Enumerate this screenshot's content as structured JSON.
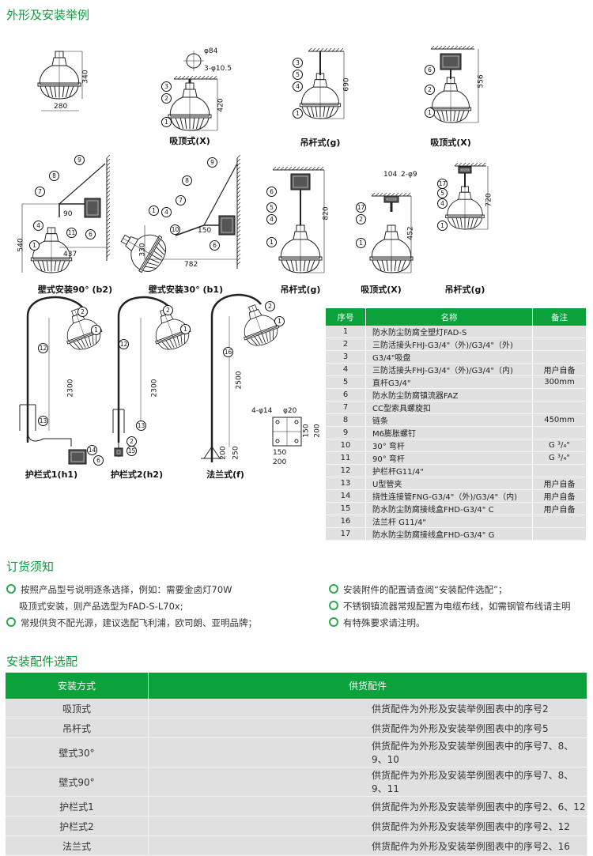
{
  "sections": {
    "appearance_title": "外形及安装举例",
    "order_title": "订货须知",
    "accessory_title": "安装配件选配"
  },
  "figures": [
    {
      "caption": "",
      "dims": [
        "340",
        "280"
      ],
      "callouts": []
    },
    {
      "caption": "吸顶式(X)",
      "dims": [
        "φ84",
        "3-φ10.5",
        "420"
      ],
      "callouts": [
        "3",
        "2",
        "1"
      ]
    },
    {
      "caption": "吊杆式(g)",
      "dims": [
        "690"
      ],
      "callouts": [
        "3",
        "5",
        "4",
        "1"
      ]
    },
    {
      "caption": "吸顶式(X)",
      "dims": [
        "556"
      ],
      "callouts": [
        "6",
        "2",
        "1"
      ]
    },
    {
      "caption": "壁式安装90° (b2)",
      "dims": [
        "540",
        "437",
        "90"
      ],
      "callouts": [
        "9",
        "8",
        "7",
        "4",
        "1",
        "11",
        "6"
      ]
    },
    {
      "caption": "壁式安装30° (b1)",
      "dims": [
        "330",
        "782",
        "150"
      ],
      "callouts": [
        "9",
        "8",
        "7",
        "1",
        "4",
        "10",
        "6"
      ]
    },
    {
      "caption": "吊杆式(g)",
      "dims": [
        "820"
      ],
      "callouts": [
        "6",
        "5",
        "4",
        "1"
      ]
    },
    {
      "caption": "吸顶式(X)",
      "dims": [
        "104",
        "2-φ9",
        "452"
      ],
      "callouts": [
        "17",
        "2",
        "1"
      ]
    },
    {
      "caption": "吊杆式(g)",
      "dims": [
        "720"
      ],
      "callouts": [
        "17",
        "5",
        "4",
        "1"
      ]
    },
    {
      "caption": "护栏式1(h1)",
      "dims": [
        "2300"
      ],
      "callouts": [
        "2",
        "1",
        "12",
        "13",
        "14",
        "6"
      ]
    },
    {
      "caption": "护栏式2(h2)",
      "dims": [
        "2300"
      ],
      "callouts": [
        "2",
        "1",
        "12",
        "13",
        "2",
        "15"
      ]
    },
    {
      "caption": "法兰式(f)",
      "dims": [
        "2500",
        "200",
        "250",
        "4-φ14",
        "φ20",
        "150",
        "200",
        "150",
        "200"
      ],
      "callouts": [
        "2",
        "1",
        "16"
      ]
    }
  ],
  "parts_table": {
    "headers": [
      "序号",
      "名称",
      "备注"
    ],
    "rows": [
      [
        "1",
        "防水防尘防腐全塑灯FAD-S",
        ""
      ],
      [
        "2",
        "三防活接头FHJ-G3/4\"（外)/G3/4\"（外)",
        ""
      ],
      [
        "3",
        "G3/4\"吸盘",
        ""
      ],
      [
        "4",
        "三防活接头FHJ-G3/4\"（外)/G3/4\"（内)",
        "用户自备"
      ],
      [
        "5",
        "直杆G3/4\"",
        "300mm"
      ],
      [
        "6",
        "防水防尘防腐镇流器FAZ",
        ""
      ],
      [
        "7",
        "CC型索具螺旋扣",
        ""
      ],
      [
        "8",
        "链条",
        "450mm"
      ],
      [
        "9",
        "M6膨胀螺钉",
        ""
      ],
      [
        "10",
        "30° 弯杆",
        "G ³/₄\""
      ],
      [
        "11",
        "90° 弯杆",
        "G ³/₄\""
      ],
      [
        "12",
        "护栏杆G11/4\"",
        ""
      ],
      [
        "13",
        "U型管夹",
        "用户自备"
      ],
      [
        "14",
        "挠性连接管FNG-G3/4\"（外)/G3/4\"（内)",
        "用户自备"
      ],
      [
        "15",
        "防水防尘防腐接线盒FHD-G3/4\" C",
        "用户自备"
      ],
      [
        "16",
        "法兰杆 G11/4\"",
        ""
      ],
      [
        "17",
        "防水防尘防腐接线盒FHD-G3/4\" G",
        ""
      ]
    ]
  },
  "order_notes": {
    "left": [
      "按照产品型号说明逐条选择，例如：需要金卤灯70W",
      "吸顶式安装，则产品选型为FAD-S-L70x;",
      "常规供货不配光源，建议选配飞利浦，欧司朗、亚明品牌；"
    ],
    "right": [
      "安装附件的配置请查阅“安装配件选配”；",
      "不锈钢镇流器常规配置为电缆布线，如需钢管布线请主明",
      "有特殊要求请注明。"
    ]
  },
  "accessory_table": {
    "headers": [
      "安装方式",
      "供货配件"
    ],
    "rows": [
      [
        "吸顶式",
        "供货配件为外形及安装举例图表中的序号2"
      ],
      [
        "吊杆式",
        "供货配件为外形及安装举例图表中的序号5"
      ],
      [
        "壁式30°",
        "供货配件为外形及安装举例图表中的序号7、8、9、10"
      ],
      [
        "壁式90°",
        "供货配件为外形及安装举例图表中的序号7、8、9、11"
      ],
      [
        "护栏式1",
        "供货配件为外形及安装举例图表中的序号2、6、12"
      ],
      [
        "护栏式2",
        "供货配件为外形及安装举例图表中的序号2、12"
      ],
      [
        "法兰式",
        "供货配件为外形及安装举例图表中的序号2、16"
      ]
    ]
  },
  "colors": {
    "accent": "#0b9c3c",
    "table_header": "#0aa23b",
    "table_row": "#e0e0e0"
  }
}
